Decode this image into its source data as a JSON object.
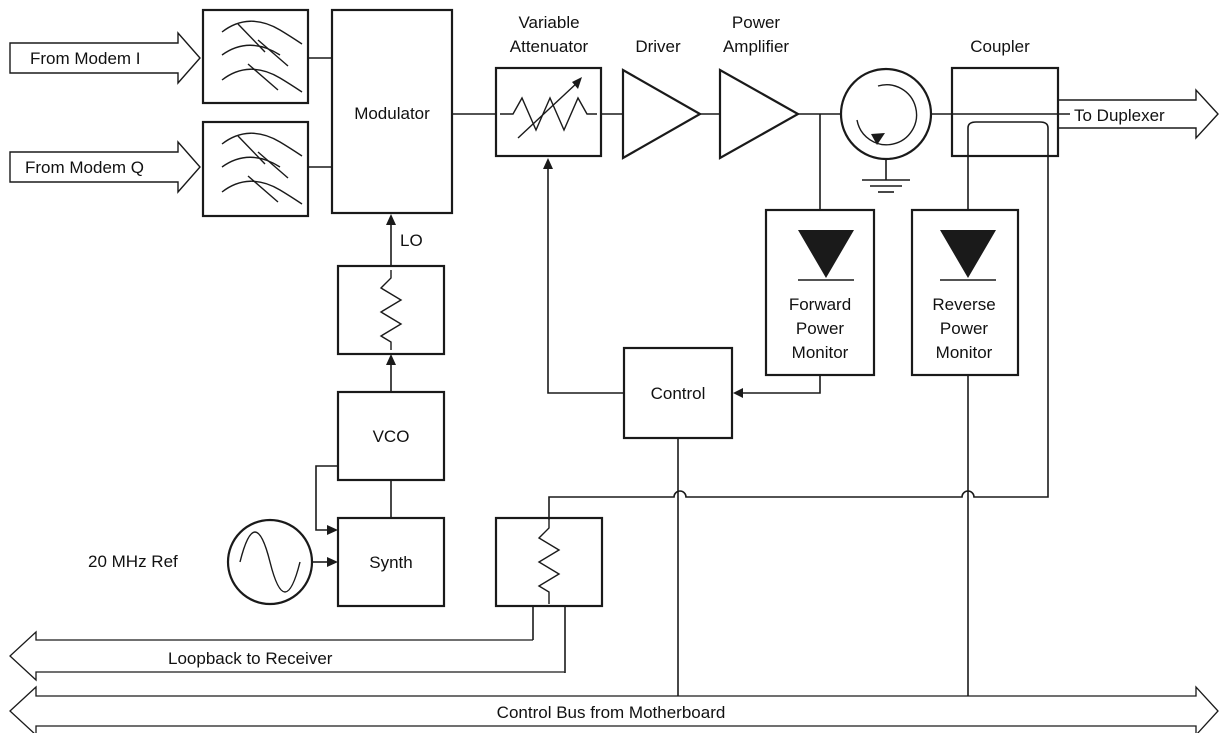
{
  "diagram": {
    "inputs": {
      "modem_i": "From Modem I",
      "modem_q": "From Modem Q"
    },
    "blocks": {
      "modulator": "Modulator",
      "variable_attenuator": [
        "Variable",
        "Attenuator"
      ],
      "driver": "Driver",
      "power_amplifier": [
        "Power",
        "Amplifier"
      ],
      "coupler": "Coupler",
      "forward_power_monitor": [
        "Forward",
        "Power",
        "Monitor"
      ],
      "reverse_power_monitor": [
        "Reverse",
        "Power",
        "Monitor"
      ],
      "control": "Control",
      "vco": "VCO",
      "synth": "Synth",
      "lo": "LO",
      "ref": "20 MHz Ref"
    },
    "outputs": {
      "duplexer": "To Duplexer",
      "loopback": "Loopback to Receiver",
      "control_bus": "Control Bus from Motherboard"
    }
  }
}
